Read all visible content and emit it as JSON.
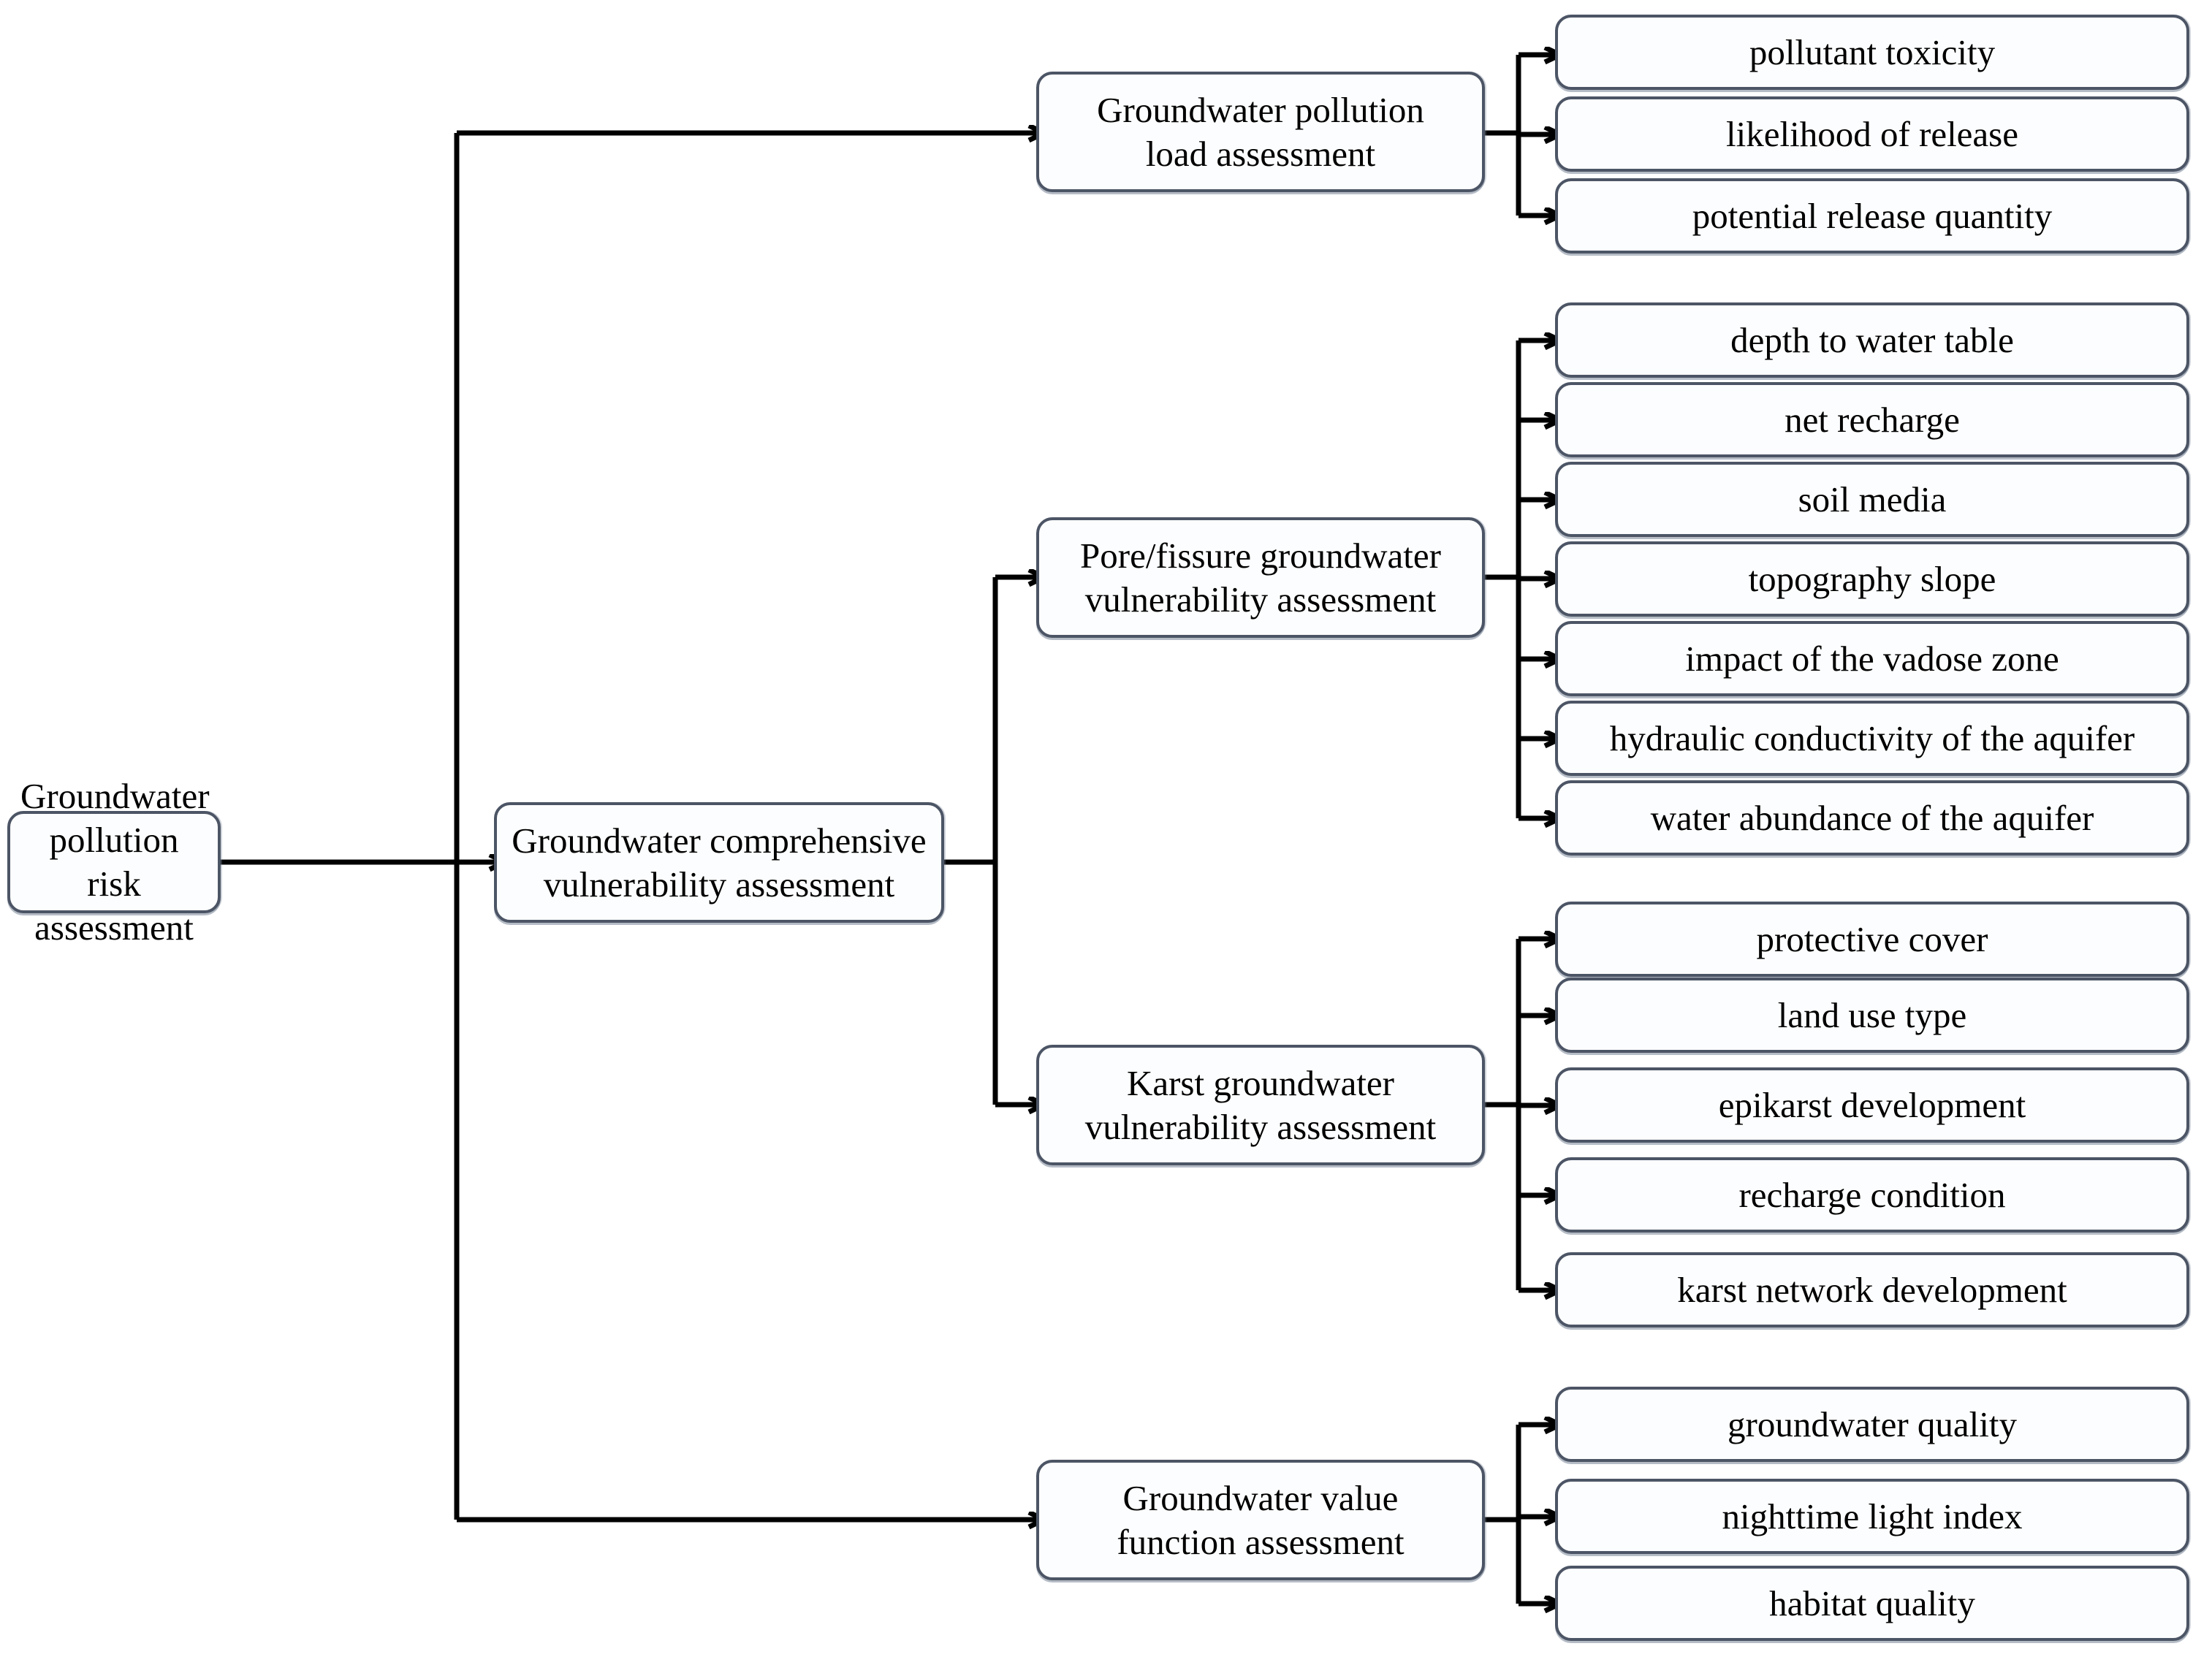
{
  "diagram": {
    "title": "Groundwater pollution risk assessment framework",
    "type": "hierarchical-flowchart",
    "root": {
      "label": "Groundwater pollution\nrisk assessment"
    },
    "branches": [
      {
        "id": "pollution-load",
        "label": "Groundwater pollution\nload assessment",
        "leaves": [
          "pollutant toxicity",
          "likelihood of release",
          "potential release quantity"
        ]
      },
      {
        "id": "comprehensive-vulnerability",
        "label": "Groundwater comprehensive\nvulnerability assessment",
        "children": [
          {
            "id": "pore-fissure",
            "label": "Pore/fissure groundwater\nvulnerability assessment",
            "leaves": [
              "depth to water table",
              "net recharge",
              "soil media",
              "topography slope",
              "impact of the vadose zone",
              "hydraulic conductivity of the aquifer",
              "water abundance of the aquifer"
            ]
          },
          {
            "id": "karst",
            "label": "Karst groundwater\nvulnerability assessment",
            "leaves": [
              "protective cover",
              "land use type",
              "epikarst development",
              "recharge condition",
              "karst network development"
            ]
          }
        ]
      },
      {
        "id": "value-function",
        "label": "Groundwater value\nfunction assessment",
        "leaves": [
          "groundwater quality",
          "nighttime light index",
          "habitat quality"
        ]
      }
    ],
    "colors": {
      "box_border": "#4c5565",
      "box_fill": "#fcfdfe",
      "connector": "#000000",
      "background": "#ffffff"
    }
  }
}
